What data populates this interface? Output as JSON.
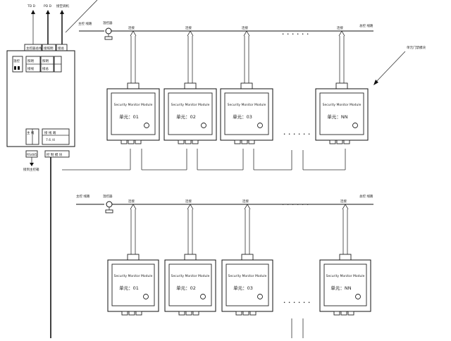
{
  "diagram": {
    "top_outputs": [
      "TD D",
      "PD D",
      "接空调机"
    ],
    "controller_top_labels": [
      "主控器总线",
      "接照明",
      "接总"
    ],
    "controller_inner_labels": [
      "温控",
      "照明",
      "照明",
      "接线",
      "接总"
    ],
    "controller_lower_left": "主 线",
    "controller_lower_right": "接 线 端",
    "controller_lower_right_sub": "7.6  /4",
    "controller_bottom_labels": [
      "RS485",
      "控 制 模 块"
    ],
    "controller_bottom_output": "接到主控箱",
    "row1": {
      "left_label": "主控  线路",
      "right_label": "总控  线路",
      "switch_label": "温控器",
      "tap_label": "连接",
      "side_note": "单元门禁模块",
      "devices": [
        {
          "title": "Security Monitor Module",
          "name": "单元：01"
        },
        {
          "title": "Security Monitor Module",
          "name": "单元：02"
        },
        {
          "title": "Security Monitor Module",
          "name": "单元：03"
        },
        {
          "title": "Security Monitor Module",
          "name": "单元：NN"
        }
      ]
    },
    "row2": {
      "left_label": "主控  线路",
      "right_label": "总控  线路",
      "switch_label": "温控器",
      "tap_label": "连接",
      "devices": [
        {
          "title": "Security Monitor Module",
          "name": "单元：01"
        },
        {
          "title": "Security Monitor Module",
          "name": "单元：02"
        },
        {
          "title": "Security Monitor Module",
          "name": "单元：03"
        },
        {
          "title": "Security Monitor Module",
          "name": "单元：NN"
        }
      ]
    },
    "ellipsis": "• • • • • •"
  }
}
